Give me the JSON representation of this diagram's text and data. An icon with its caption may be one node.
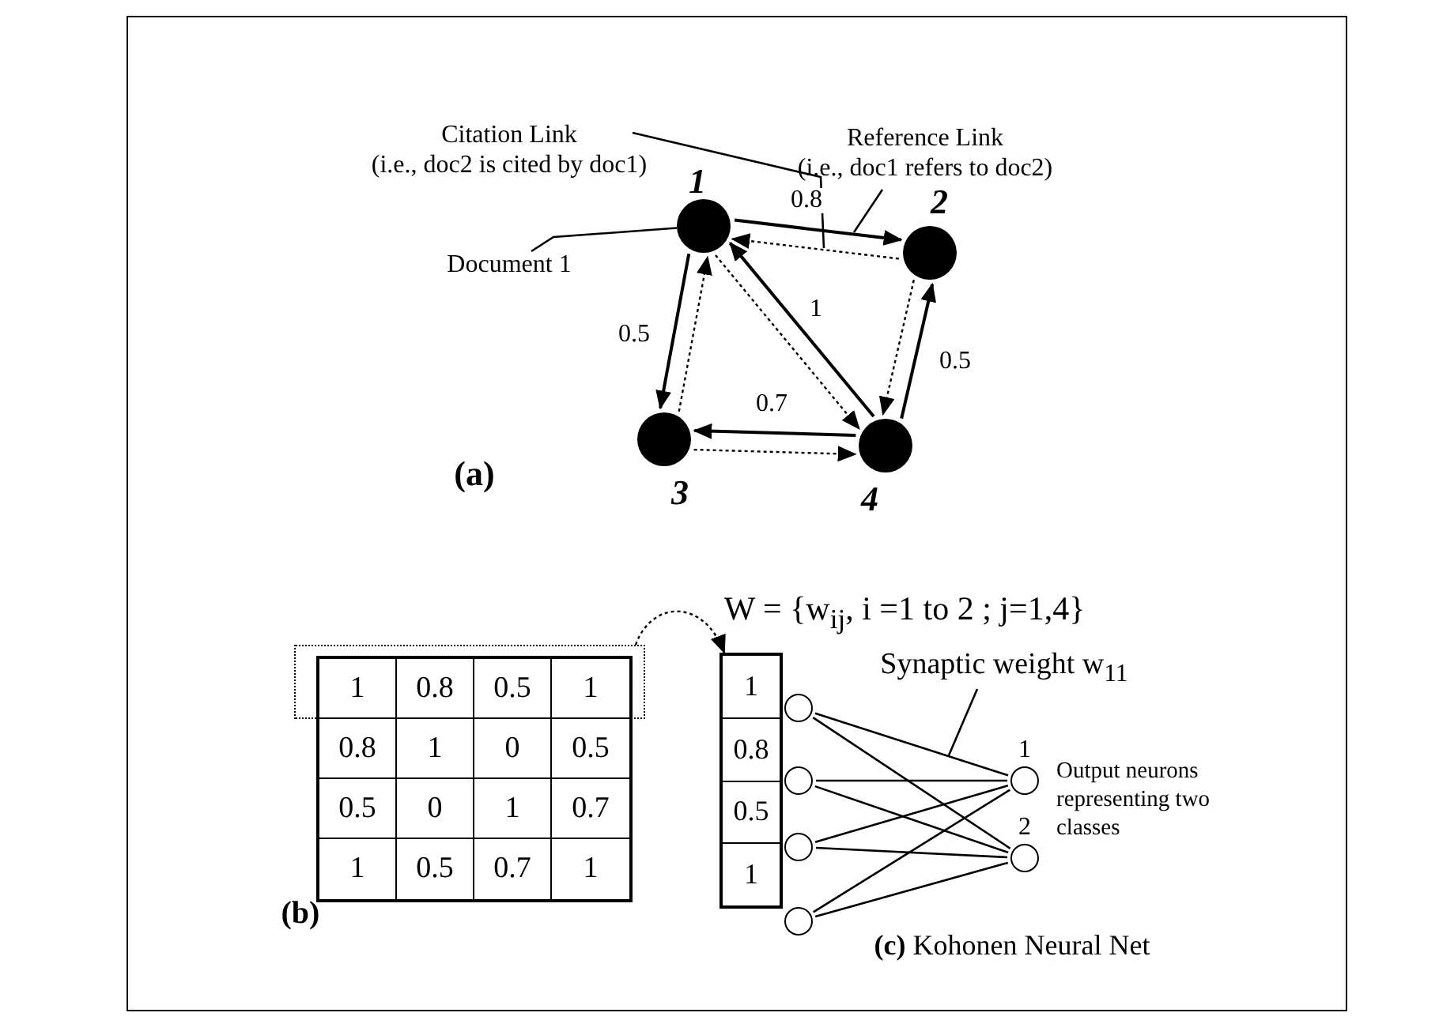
{
  "diagram": {
    "nodes": [
      {
        "text": [
          "1"
        ]
      },
      {
        "text": [
          "2"
        ]
      },
      {
        "text": [
          "3"
        ]
      },
      {
        "text": [
          "4"
        ]
      },
      {
        "text": [
          "Citation Link",
          "(i.e., doc2 is cited by doc1)"
        ]
      },
      {
        "text": [
          "Reference Link",
          "(i.e., doc1 refers to doc2)"
        ]
      },
      {
        "text": [
          "Document 1"
        ]
      },
      {
        "text": [],
        "shape": "box"
      },
      {
        "text": [
          "1",
          "0.8",
          "0.5",
          "1"
        ]
      },
      {
        "text": [],
        "shape": "circle"
      },
      {
        "text": [],
        "shape": "circle"
      },
      {
        "text": [],
        "shape": "circle"
      },
      {
        "text": [],
        "shape": "circle"
      },
      {
        "text": [
          "1"
        ]
      },
      {
        "text": [
          "2"
        ]
      },
      {
        "text": [
          "Synaptic weight w$_{11}$"
        ]
      }
    ],
    "edges": [
      {
        "from": 0,
        "to": 1,
        "arrow": "to",
        "label": "0.8"
      },
      {
        "from": 1,
        "to": 0,
        "arrow": "to",
        "style": "dashed"
      },
      {
        "from": 0,
        "to": 2,
        "arrow": "to",
        "label": "0.5"
      },
      {
        "from": 2,
        "to": 0,
        "arrow": "to",
        "style": "dashed"
      },
      {
        "from": 3,
        "to": 0,
        "arrow": "to",
        "label": "1"
      },
      {
        "from": 0,
        "to": 3,
        "arrow": "to",
        "style": "dashed"
      },
      {
        "from": 3,
        "to": 2,
        "arrow": "to",
        "label": "0.7"
      },
      {
        "from": 2,
        "to": 3,
        "arrow": "to",
        "style": "dashed"
      },
      {
        "from": 3,
        "to": 1,
        "arrow": "to",
        "label": "0.5"
      },
      {
        "from": 1,
        "to": 3,
        "arrow": "to",
        "style": "dashed"
      },
      {
        "from": 4,
        "to": null,
        "arrow": "none"
      },
      {
        "from": 5,
        "to": null,
        "arrow": "none"
      },
      {
        "from": 6,
        "to": 0,
        "arrow": "none"
      },
      {
        "from": 7,
        "to": 8,
        "arrow": "to",
        "style": "dashed"
      },
      {
        "from": 9,
        "to": 13,
        "arrow": "none"
      },
      {
        "from": 9,
        "to": 14,
        "arrow": "none"
      },
      {
        "from": 10,
        "to": 13,
        "arrow": "none"
      },
      {
        "from": 10,
        "to": 14,
        "arrow": "none"
      },
      {
        "from": 11,
        "to": 13,
        "arrow": "none"
      },
      {
        "from": 11,
        "to": 14,
        "arrow": "none"
      },
      {
        "from": 12,
        "to": 13,
        "arrow": "none"
      },
      {
        "from": 12,
        "to": 14,
        "arrow": "none"
      },
      {
        "from": 15,
        "to": null,
        "arrow": "none"
      }
    ],
    "labels": [
      "(a)",
      "W = {w$_{ij}$,  i =1 to 2 ; j=1,4}",
      "1",
      "0.8",
      "0.5",
      "1",
      "0.8",
      "1",
      "0",
      "0.5",
      "0.5",
      "0",
      "1",
      "0.7",
      "1",
      "0.5",
      "0.7",
      "1",
      "Output neurons representing two classes",
      "(b)",
      "**(c)** Kohonen Neural Net"
    ]
  }
}
